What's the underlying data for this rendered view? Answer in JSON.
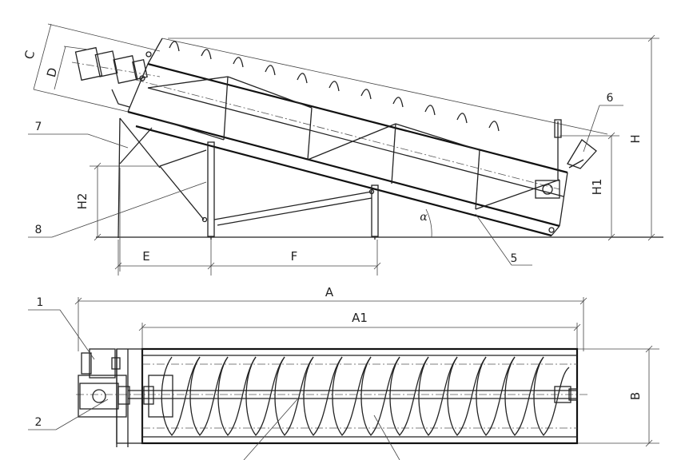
{
  "parts": {
    "p1": "1",
    "p2": "2",
    "p5": "5",
    "p6": "6",
    "p7": "7",
    "p8": "8"
  },
  "dims": {
    "A": "A",
    "A1": "A1",
    "B": "B",
    "C": "C",
    "D": "D",
    "E": "E",
    "F": "F",
    "H": "H",
    "H1": "H1",
    "H2": "H2",
    "alpha": "α"
  }
}
